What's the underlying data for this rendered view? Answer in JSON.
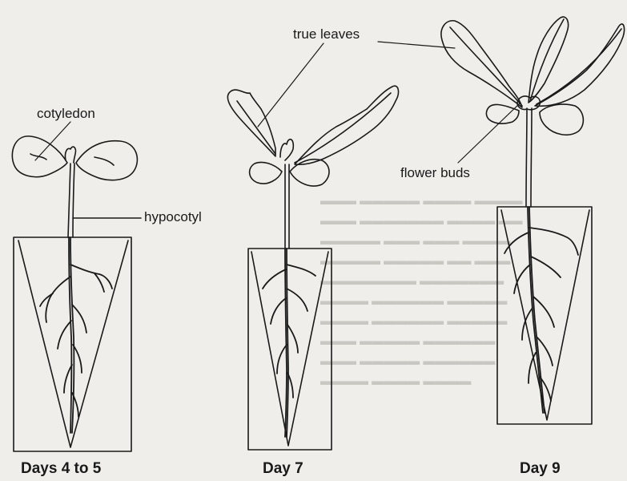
{
  "labels": {
    "cotyledon": "cotyledon",
    "hypocotyl": "hypocotyl",
    "true_leaves": "true leaves",
    "flower_buds": "flower buds"
  },
  "captions": {
    "stage1": "Days 4 to 5",
    "stage2": "Day 7",
    "stage3": "Day 9"
  },
  "colors": {
    "ink": "#1a1a1a",
    "paper": "#efeeea",
    "bleed": "#cfcdc7"
  }
}
